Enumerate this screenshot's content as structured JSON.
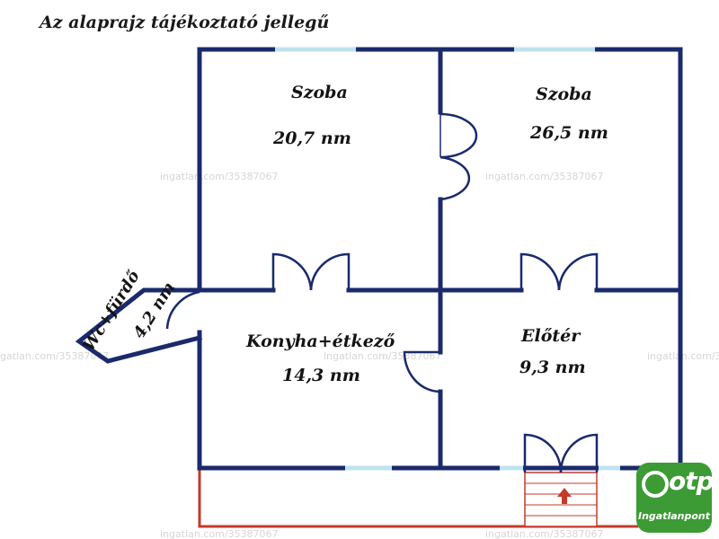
{
  "caption": "Az alaprajz tájékoztató jellegű",
  "watermark": "ingatlan.com/35387067",
  "colors": {
    "wall": "#1a2a6c",
    "window": "#bfe3ee",
    "terrace": "#c43a2a",
    "brand": "#3d9b35"
  },
  "rooms": [
    {
      "name": "Szoba",
      "area": "20,7 nm"
    },
    {
      "name": "Szoba",
      "area": "26,5 nm"
    },
    {
      "name": "Konyha+étkező",
      "area": "14,3 nm"
    },
    {
      "name": "Előtér",
      "area": "9,3 nm"
    },
    {
      "name": "Wc+fürdő",
      "area": "4,2 nm"
    }
  ],
  "badge": {
    "logo": "otp",
    "subtitle": "Ingatlanpont"
  },
  "entrance_icon": "up-arrow-icon"
}
